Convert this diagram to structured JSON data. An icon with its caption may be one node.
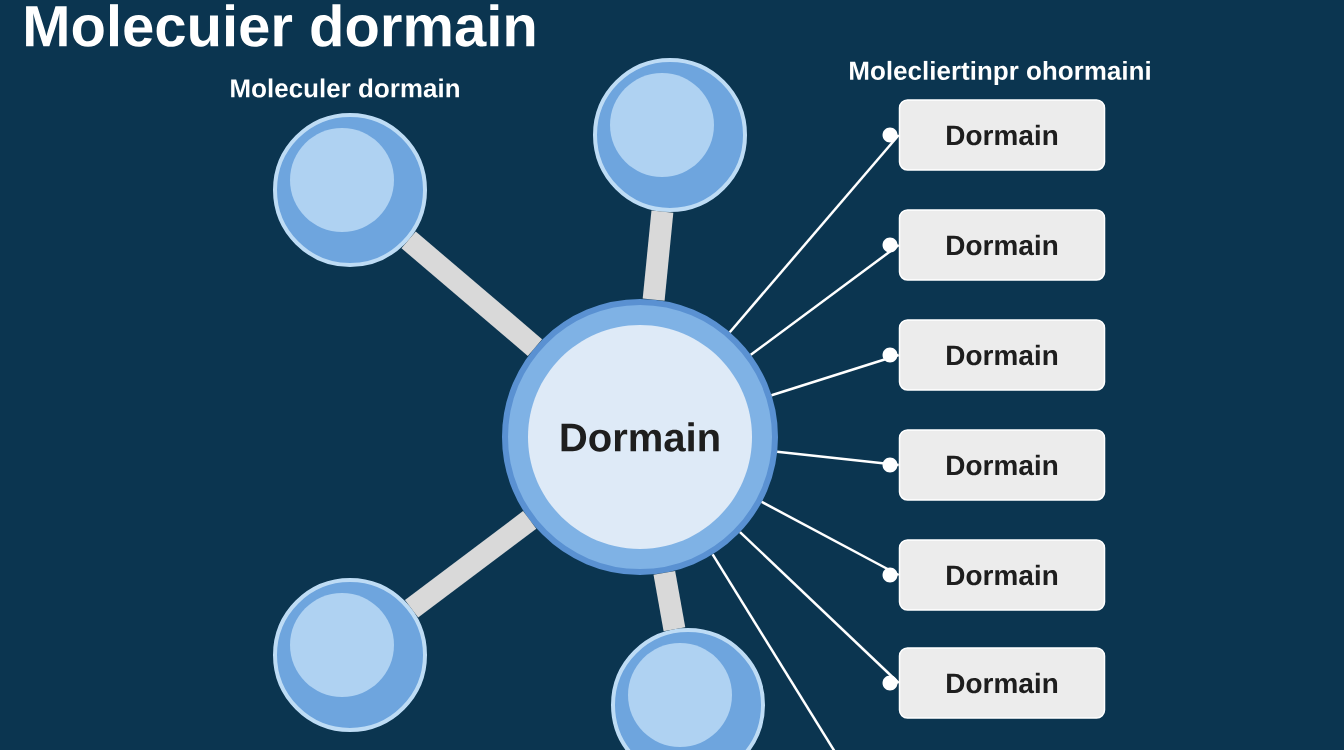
{
  "diagram": {
    "title": "Molecuier dormain",
    "nodes": [
      {
        "text": [
          "Dormain"
        ]
      },
      {
        "text": [],
        "shape": "circle"
      },
      {
        "text": [],
        "shape": "circle"
      },
      {
        "text": [],
        "shape": "circle"
      },
      {
        "text": [],
        "shape": "circle"
      },
      {
        "text": [
          "Dormain"
        ]
      },
      {
        "text": [
          "Dormain"
        ]
      },
      {
        "text": [
          "Dormain"
        ]
      },
      {
        "text": [
          "Dormain"
        ]
      },
      {
        "text": [
          "Dormain"
        ]
      },
      {
        "text": [
          "Dormain"
        ]
      }
    ],
    "edges": [
      {
        "from": 0,
        "to": 1,
        "arrow": "none",
        "style": "thick",
        "color": "#d9d9d9"
      },
      {
        "from": 0,
        "to": 2,
        "arrow": "none",
        "style": "thick",
        "color": "#d9d9d9"
      },
      {
        "from": 0,
        "to": 3,
        "arrow": "none",
        "style": "thick",
        "color": "#d9d9d9"
      },
      {
        "from": 0,
        "to": 4,
        "arrow": "none",
        "style": "thick",
        "color": "#d9d9d9"
      },
      {
        "from": 0,
        "to": 5,
        "arrow": "other"
      },
      {
        "from": 0,
        "to": 6,
        "arrow": "other"
      },
      {
        "from": 0,
        "to": 7,
        "arrow": "other"
      },
      {
        "from": 0,
        "to": 8,
        "arrow": "other"
      },
      {
        "from": 0,
        "to": 9,
        "arrow": "other"
      },
      {
        "from": 0,
        "to": 10,
        "arrow": "other"
      },
      {
        "from": 0,
        "to": null,
        "arrow": "none"
      }
    ],
    "labels": [
      "Moleculer dormain",
      "Molecliertinpr ohormaini"
    ]
  }
}
